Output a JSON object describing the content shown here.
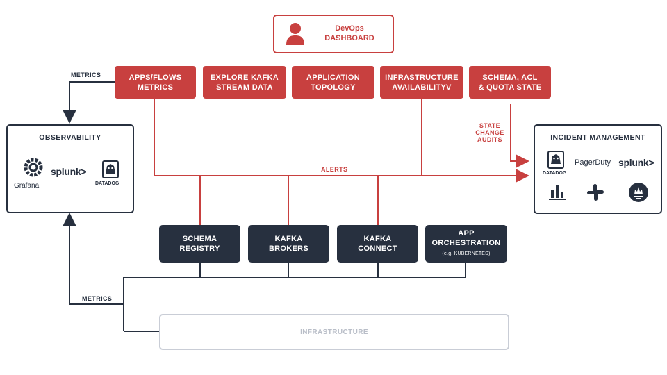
{
  "dashboard": {
    "line1": "DevOps",
    "line2": "DASHBOARD"
  },
  "top_boxes": [
    {
      "line1": "APPS/FLOWS",
      "line2": "METRICS"
    },
    {
      "line1": "EXPLORE KAFKA",
      "line2": "STREAM DATA"
    },
    {
      "line1": "APPLICATION",
      "line2": "TOPOLOGY"
    },
    {
      "line1": "INFRASTRUCTURE",
      "line2": "AVAILABILITYV"
    },
    {
      "line1": "SCHEMA, ACL",
      "line2": "& QUOTA STATE"
    }
  ],
  "observability": {
    "title": "OBSERVABILITY",
    "tools": [
      "Grafana",
      "splunk>",
      "DATADOG"
    ]
  },
  "incident": {
    "title": "INCIDENT MANAGEMENT",
    "tools": [
      "DATADOG",
      "PagerDuty",
      "splunk>"
    ]
  },
  "labels": {
    "metrics_top": "METRICS",
    "metrics_bottom": "METRICS",
    "alerts": "ALERTS",
    "state_1": "STATE",
    "state_2": "CHANGE",
    "state_3": "AUDITS"
  },
  "bottom_boxes": [
    {
      "line1": "SCHEMA",
      "line2": "REGISTRY",
      "note": ""
    },
    {
      "line1": "KAFKA",
      "line2": "BROKERS",
      "note": ""
    },
    {
      "line1": "KAFKA",
      "line2": "CONNECT",
      "note": ""
    },
    {
      "line1": "APP",
      "line2": "ORCHESTRATION",
      "note": "(e.g. KUBERNETES)"
    }
  ],
  "infrastructure": "INFRASTRUCTURE",
  "colors": {
    "red": "#c8403f",
    "navy": "#27303f",
    "light": "#c9cdd6"
  }
}
